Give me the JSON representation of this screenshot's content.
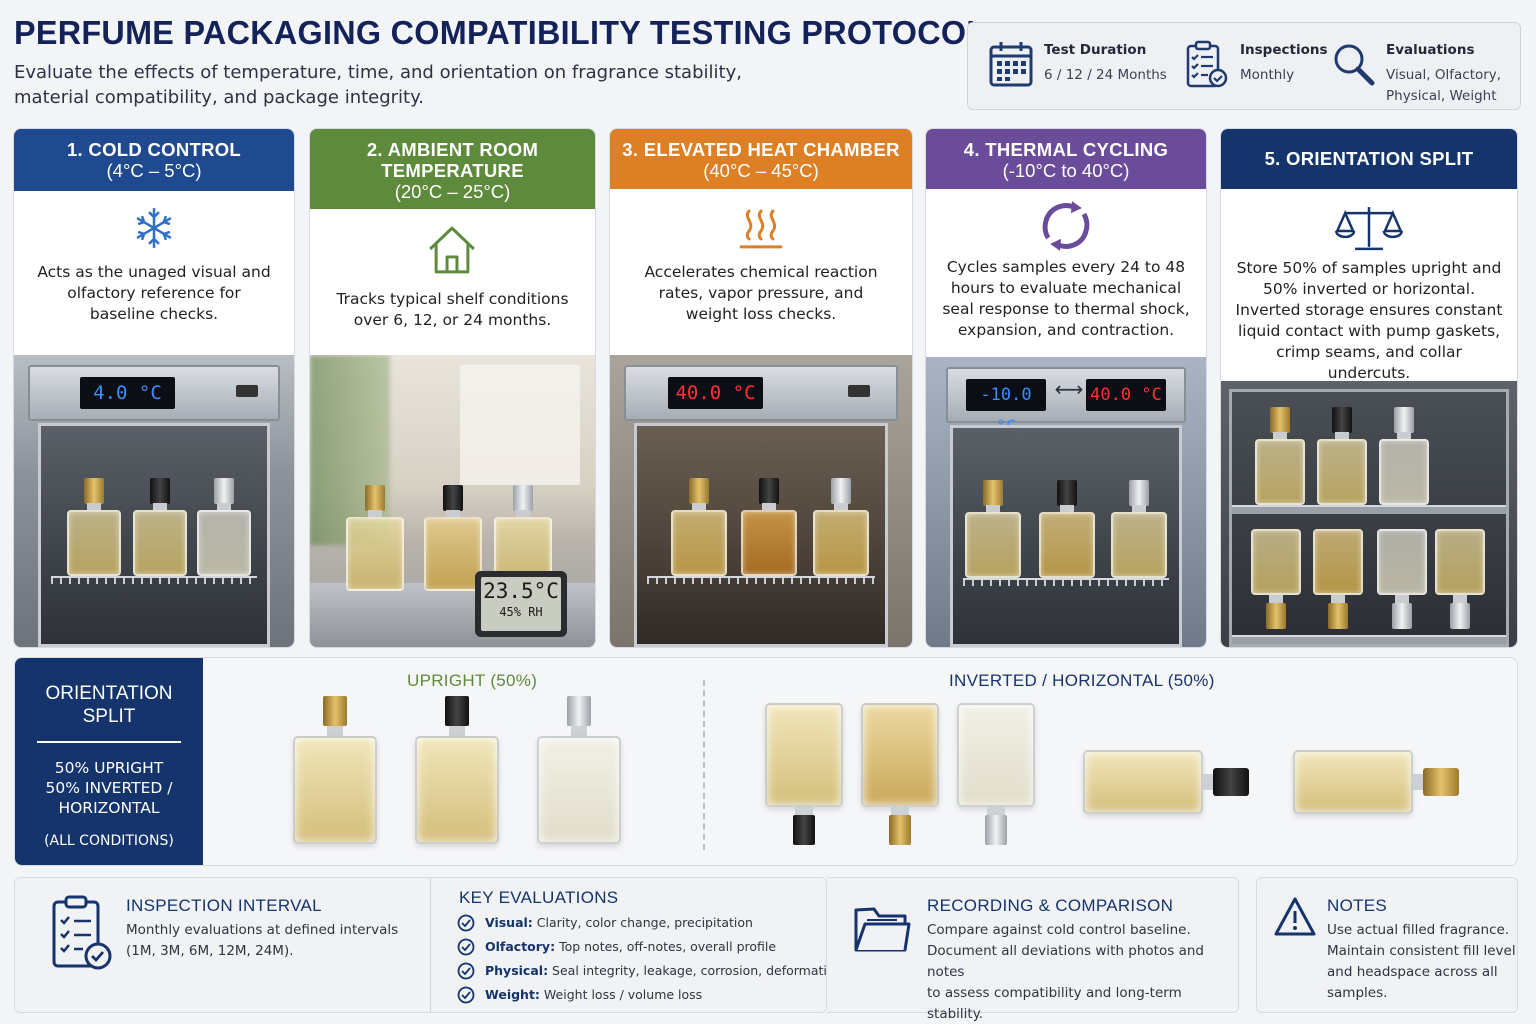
{
  "title": "PERFUME PACKAGING COMPATIBILITY TESTING PROTOCOL",
  "subtitle": "Evaluate the effects of temperature, time, and orientation on fragrance stability, material compatibility, and package integrity.",
  "info": {
    "duration_label": "Test Duration",
    "duration_value": "6 / 12 / 24 Months",
    "inspections_label": "Inspections",
    "inspections_value": "Monthly",
    "evaluations_label": "Evaluations",
    "evaluations_value_1": "Visual, Olfactory,",
    "evaluations_value_2": "Physical, Weight"
  },
  "conditions": [
    {
      "title": "1. COLD CONTROL",
      "range": "(4°C – 5°C)",
      "icon": "snowflake-icon",
      "color": "#1f4a8f",
      "desc": "Acts as the unaged visual and olfactory reference for baseline checks.",
      "display": "4.0 °C"
    },
    {
      "title": "2. AMBIENT ROOM TEMPERATURE",
      "range": "(20°C – 25°C)",
      "icon": "house-icon",
      "color": "#5e8a3c",
      "desc": "Tracks typical shelf conditions over 6, 12, or 24 months.",
      "display_temp": "23.5°C",
      "display_rh": "45% RH"
    },
    {
      "title": "3. ELEVATED HEAT CHAMBER",
      "range": "(40°C – 45°C)",
      "icon": "heat-icon",
      "color": "#dd7f24",
      "desc": "Accelerates chemical reaction rates, vapor pressure, and weight loss checks.",
      "display": "40.0 °C"
    },
    {
      "title": "4. THERMAL CYCLING",
      "range": "(-10°C to 40°C)",
      "icon": "cycle-icon",
      "color": "#6b4c9a",
      "desc": "Cycles samples every 24 to 48 hours to evaluate mechanical seal response to thermal shock, expansion, and contraction.",
      "display_low": "-10.0 °C",
      "display_high": "40.0 °C"
    },
    {
      "title": "5. ORIENTATION SPLIT",
      "range": "",
      "icon": "balance-icon",
      "color": "#14346b",
      "desc": "Store 50% of samples upright and 50% inverted or horizontal. Inverted storage ensures constant liquid contact with pump gaskets, crimp seams, and collar undercuts."
    }
  ],
  "orientation": {
    "side_title_1": "ORIENTATION",
    "side_title_2": "SPLIT",
    "side_desc_1": "50% UPRIGHT",
    "side_desc_2": "50% INVERTED /",
    "side_desc_3": "HORIZONTAL",
    "side_caption": "(ALL CONDITIONS)",
    "upright_label": "UPRIGHT (50%)",
    "inverted_label": "INVERTED / HORIZONTAL (50%)",
    "upright_color": "#5e8a3c",
    "inverted_color": "#14346b"
  },
  "inspection": {
    "title": "INSPECTION INTERVAL",
    "text_1": "Monthly evaluations at defined intervals",
    "text_2": "(1M, 3M, 6M, 12M, 24M)."
  },
  "key_evaluations": {
    "title": "KEY EVALUATIONS",
    "items": [
      {
        "label": "Visual:",
        "text": "Clarity, color change, precipitation"
      },
      {
        "label": "Olfactory:",
        "text": "Top notes, off-notes, overall profile"
      },
      {
        "label": "Physical:",
        "text": "Seal integrity, leakage, corrosion, deformation"
      },
      {
        "label": "Weight:",
        "text": "Weight loss / volume loss"
      }
    ]
  },
  "recording": {
    "title": "RECORDING & COMPARISON",
    "text_1": "Compare against cold control baseline.",
    "text_2": "Document all deviations with photos and notes",
    "text_3": "to assess compatibility and long-term stability."
  },
  "notes": {
    "title": "NOTES",
    "text_1": "Use actual filled fragrance.",
    "text_2": "Maintain consistent fill level",
    "text_3": "and headspace across all",
    "text_4": "samples."
  }
}
